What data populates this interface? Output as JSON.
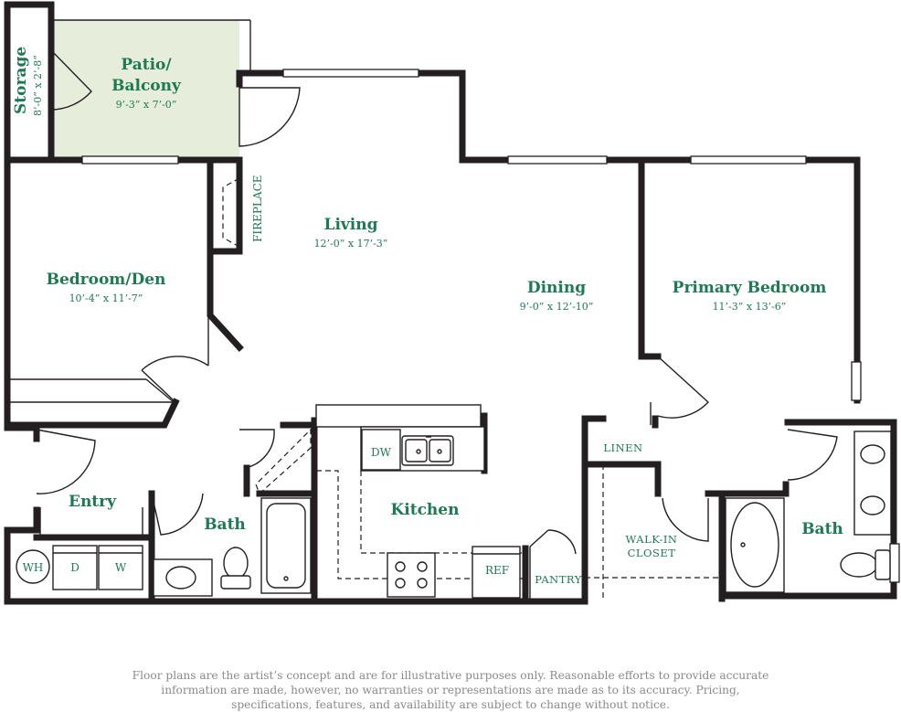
{
  "rooms": {
    "storage": {
      "name": "Storage",
      "dims": "8’-0” x 2’-8”"
    },
    "patio": {
      "name_line1": "Patio/",
      "name_line2": "Balcony",
      "dims": "9’-3” x 7’-0”"
    },
    "living": {
      "name": "Living",
      "dims": "12’-0” x 17’-3”"
    },
    "bedroom_den": {
      "name": "Bedroom/Den",
      "dims": "10’-4” x 11’-7”"
    },
    "dining": {
      "name": "Dining",
      "dims": "9’-0” x 12’-10”"
    },
    "primary_bedroom": {
      "name": "Primary Bedroom",
      "dims": "11’-3” x 13’-6”"
    },
    "entry": {
      "name": "Entry"
    },
    "bath_hall": {
      "name": "Bath"
    },
    "kitchen": {
      "name": "Kitchen"
    },
    "bath_primary": {
      "name": "Bath"
    }
  },
  "labels": {
    "fireplace": "FIREPLACE",
    "linen": "LINEN",
    "walkin_line1": "WALK-IN",
    "walkin_line2": "CLOSET",
    "pantry": "PANTRY",
    "dw": "DW",
    "ref": "REF",
    "wh": "WH",
    "dryer": "D",
    "washer": "W"
  },
  "colors": {
    "label_green": "#1e7a52",
    "patio_fill": "#e6eedb",
    "wall": "#231f20"
  },
  "disclaimer": "Floor plans are the artist’s concept and are for illustrative purposes only. Reasonable efforts to provide accurate information are made, however, no warranties or representations are made as to its accuracy. Pricing, specifications, features, and availability are subject to change without notice."
}
